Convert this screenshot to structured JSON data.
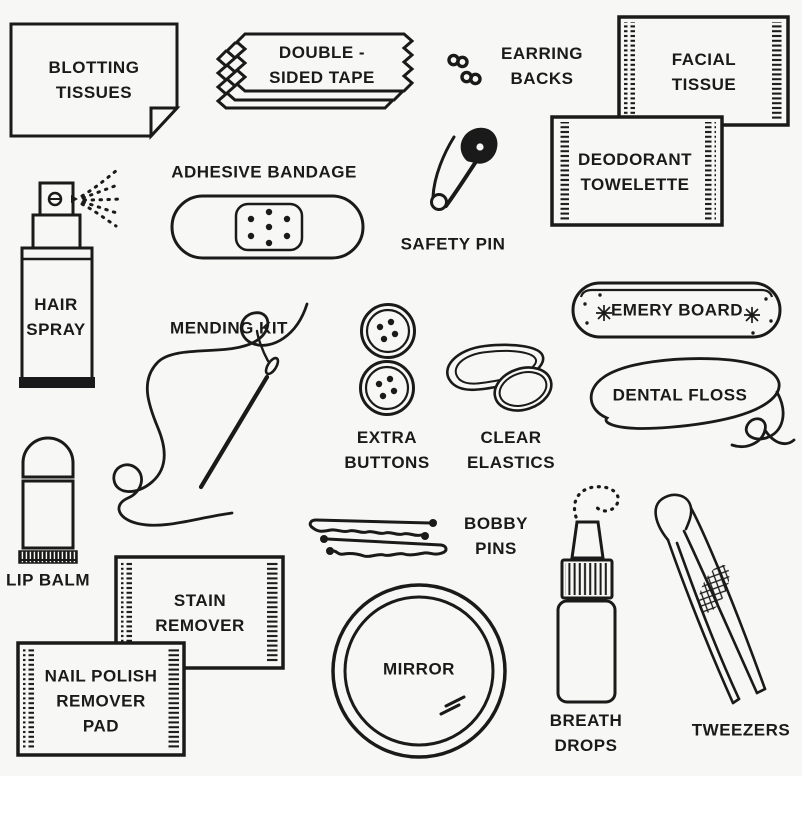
{
  "canvas": {
    "background": "#f7f7f5",
    "ink": "#1a1a1a",
    "page_white": "#ffffff"
  },
  "items": {
    "blotting_tissues": {
      "label": "BLOTTING\nTISSUES",
      "icon": "folded-tissue-sheet-icon"
    },
    "double_sided_tape": {
      "label": "DOUBLE -\nSIDED TAPE",
      "icon": "tape-strips-icon"
    },
    "earring_backs": {
      "label": "EARRING\nBACKS",
      "icon": "earring-back-clasps-icon"
    },
    "facial_tissue": {
      "label": "FACIAL\nTISSUE",
      "icon": "tissue-packet-icon"
    },
    "deodorant_towelette": {
      "label": "DEODORANT\nTOWELETTE",
      "icon": "towelette-packet-icon"
    },
    "adhesive_bandage": {
      "label": "ADHESIVE BANDAGE",
      "icon": "bandage-icon"
    },
    "safety_pin": {
      "label": "SAFETY PIN",
      "icon": "safety-pin-icon"
    },
    "hair_spray": {
      "label": "HAIR\nSPRAY",
      "icon": "spray-bottle-icon"
    },
    "mending_kit": {
      "label": "MENDING KIT",
      "icon": "needle-and-thread-icon"
    },
    "emery_board": {
      "label": "EMERY BOARD",
      "icon": "emery-board-icon"
    },
    "dental_floss": {
      "label": "DENTAL FLOSS",
      "icon": "floss-loop-icon"
    },
    "extra_buttons": {
      "label": "EXTRA\nBUTTONS",
      "icon": "buttons-icon"
    },
    "clear_elastics": {
      "label": "CLEAR\nELASTICS",
      "icon": "elastic-bands-icon"
    },
    "lip_balm": {
      "label": "LIP BALM",
      "icon": "lip-balm-tube-icon"
    },
    "bobby_pins": {
      "label": "BOBBY\nPINS",
      "icon": "bobby-pins-icon"
    },
    "stain_remover": {
      "label": "STAIN\nREMOVER",
      "icon": "stain-remover-packet-icon"
    },
    "nail_polish_remover_pad": {
      "label": "NAIL POLISH\nREMOVER\nPAD",
      "icon": "remover-pad-packet-icon"
    },
    "mirror": {
      "label": "MIRROR",
      "icon": "compact-mirror-icon"
    },
    "breath_drops": {
      "label": "BREATH\nDROPS",
      "icon": "dropper-bottle-icon"
    },
    "tweezers": {
      "label": "TWEEZERS",
      "icon": "tweezers-icon"
    }
  }
}
